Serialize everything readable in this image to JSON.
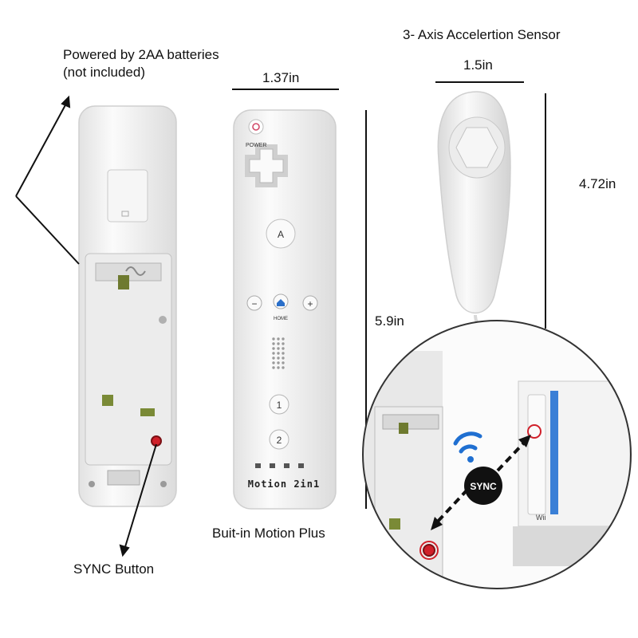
{
  "labels": {
    "batteries_line1": "Powered by 2AA batteries",
    "batteries_line2": "(not included)",
    "sync_button": "SYNC Button",
    "builtin_motion_plus": "Buit-in Motion Plus",
    "sensor": "3- Axis Accelertion Sensor",
    "sync_badge": "SYNC"
  },
  "dimensions": {
    "remote_width": "1.37in",
    "remote_length": "5.9in",
    "nunchuk_width": "1.5in",
    "nunchuk_length": "4.72in"
  },
  "remote": {
    "power_label": "POWER",
    "a_label": "A",
    "minus_label": "−",
    "plus_label": "+",
    "home_label": "HOME",
    "one_label": "1",
    "two_label": "2",
    "brand_text": "Motion 2in1"
  },
  "console": {
    "logo": "Wii"
  },
  "colors": {
    "remote_body": "#f4f4f4",
    "outline": "#cfcfcf",
    "sync_red": "#d0202a",
    "wifi_blue": "#1f6fd1",
    "home_blue": "#2a6fc9",
    "console_blue": "#3a7fd6"
  }
}
